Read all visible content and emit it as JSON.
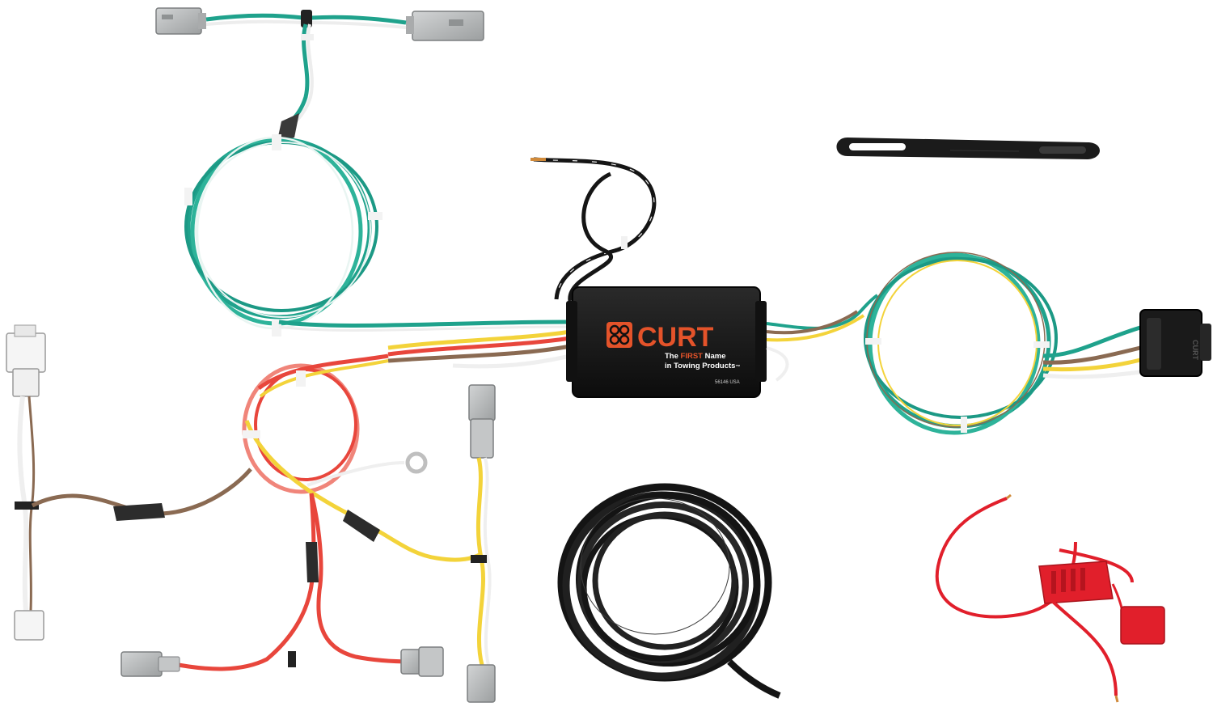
{
  "product": {
    "brand_name": "CURT",
    "tagline_lead": "The ",
    "tagline_highlight": "FIRST",
    "tagline_rest": " Name",
    "tagline_line2": "in Towing Products",
    "trademark": "™",
    "serial": "56146 USA",
    "plug_label": "CURT"
  },
  "colors": {
    "teal": "#1fa28c",
    "teal_light": "#3bbfa6",
    "red": "#e8463c",
    "coral": "#f0857a",
    "yellow": "#f3d33a",
    "brown": "#8a6a52",
    "white_wire": "#f2f2f2",
    "black": "#161616",
    "connector_gray": "#b9bbbc",
    "brand_orange": "#e4532a",
    "fuse_red": "#e11f2b"
  },
  "icons": {
    "brand_logo": "curt-logo-icon"
  }
}
